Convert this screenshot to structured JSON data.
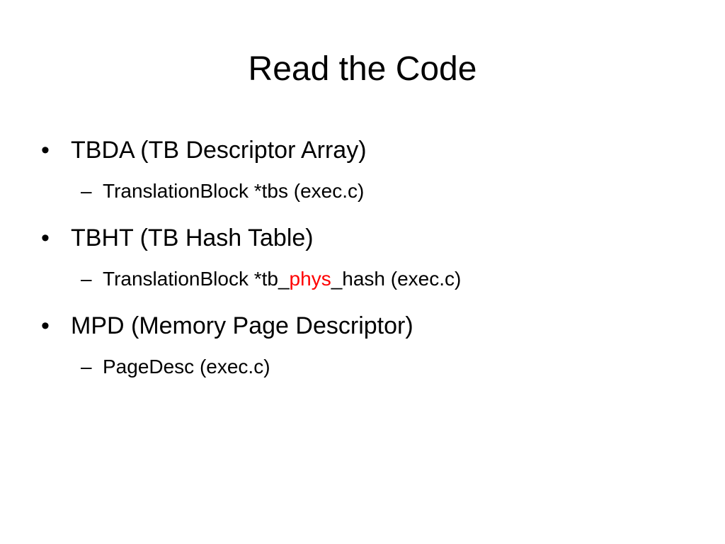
{
  "slide": {
    "title": "Read the Code",
    "bullet_glyph": "•",
    "dash_glyph": "–",
    "highlight_color": "#ff0000",
    "items": [
      {
        "text": "TBDA (TB Descriptor Array)",
        "sub": {
          "text": "TranslationBlock *tbs (exec.c)"
        }
      },
      {
        "text": "TBHT (TB Hash Table)",
        "sub": {
          "pre": "TranslationBlock *tb_",
          "highlight": "phys",
          "post": "_hash (exec.c)"
        }
      },
      {
        "text": "MPD (Memory Page Descriptor)",
        "sub": {
          "text": "PageDesc (exec.c)"
        }
      }
    ]
  }
}
